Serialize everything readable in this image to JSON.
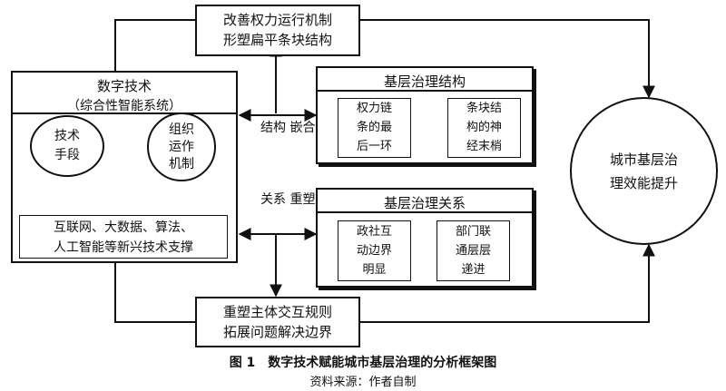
{
  "boxes": {
    "top_mechanism": "改善权力运行机制\n形塑扁平条块结构",
    "bottom_rules": "重塑主体交互规则\n拓展问题解决边界",
    "digital_tech": {
      "title": "数字技术",
      "subtitle": "（综合性智能系统）",
      "tech_means": "技术\n手段",
      "org_mechanism": "组织\n运作\n机制",
      "support": "互联网、大数据、算法、\n人工智能等新兴技术支撑"
    },
    "structure": {
      "title": "基层治理结构",
      "item1": "权力链\n条的最\n后一环",
      "item2": "条块结\n构的神\n经末梢"
    },
    "relation": {
      "title": "基层治理关系",
      "item1": "政社互\n动边界\n明显",
      "item2": "部门联\n通层层\n递进"
    },
    "outcome": "城市基层治\n理效能提升"
  },
  "connectors": {
    "structure_nesting": "结构\n嵌合",
    "relation_reshaping": "关系\n重塑"
  },
  "caption": {
    "figure": "图 1　数字技术赋能城市基层治理的分析框架图",
    "source": "资料来源：作者自制"
  }
}
